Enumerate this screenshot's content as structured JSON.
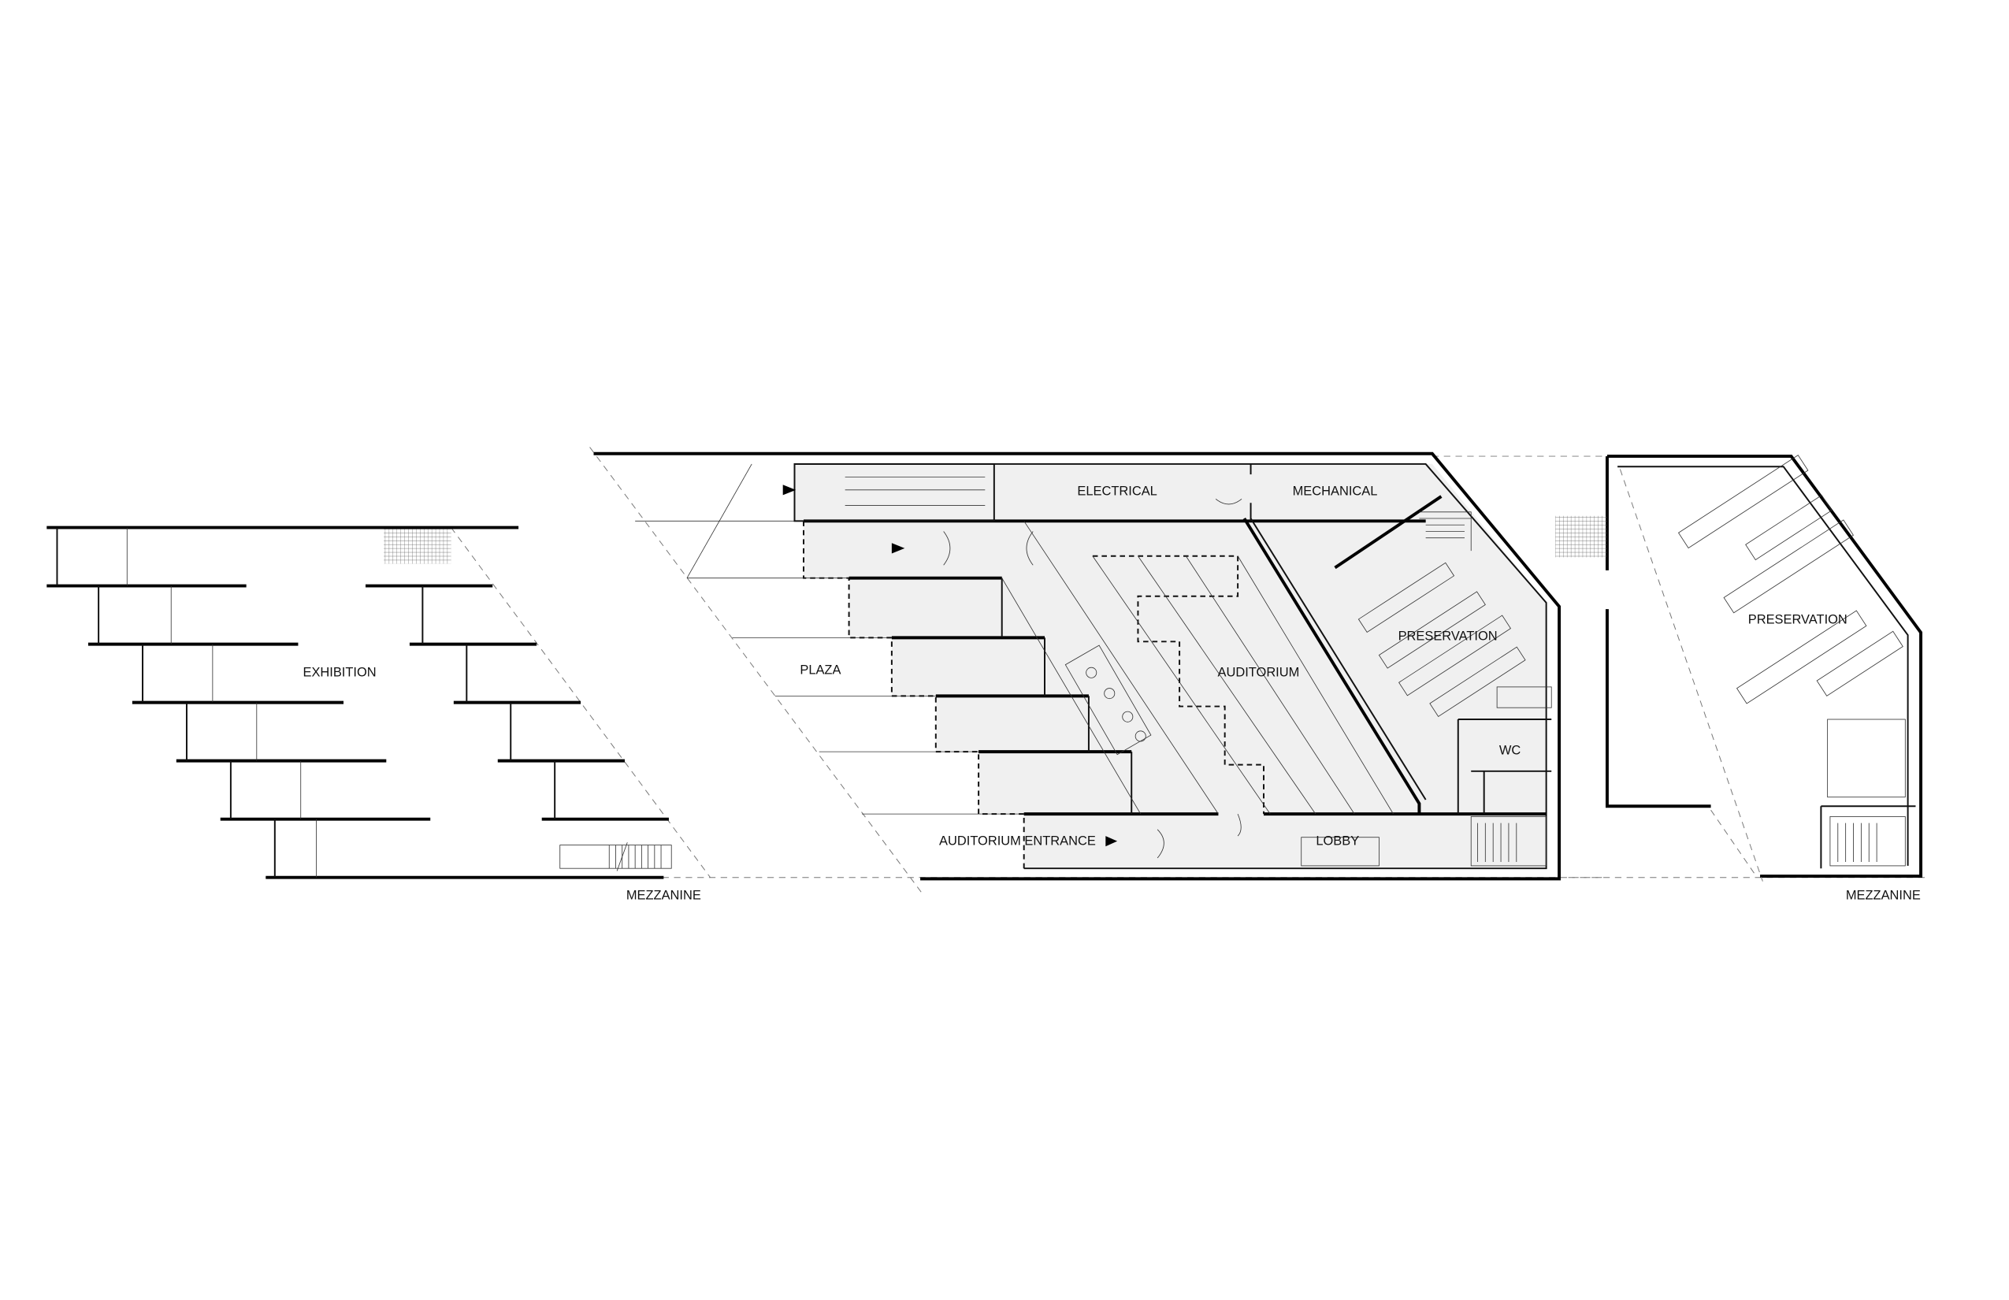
{
  "labels": {
    "exhibition": "EXHIBITION",
    "mezzanine_left": "MEZZANINE",
    "electrical": "ELECTRICAL",
    "mechanical": "MECHANICAL",
    "preservation_main": "PRESERVATION",
    "auditorium": "AUDITORIUM",
    "plaza": "PLAZA",
    "wc": "WC",
    "auditorium_entrance": "AUDITORIUM  ENTRANCE",
    "lobby": "LOBBY",
    "preservation_mezz": "PRESERVATION",
    "mezzanine_right": "MEZZANINE"
  },
  "colors": {
    "floor_fill": "#f0f0f0",
    "wall": "#000000"
  }
}
